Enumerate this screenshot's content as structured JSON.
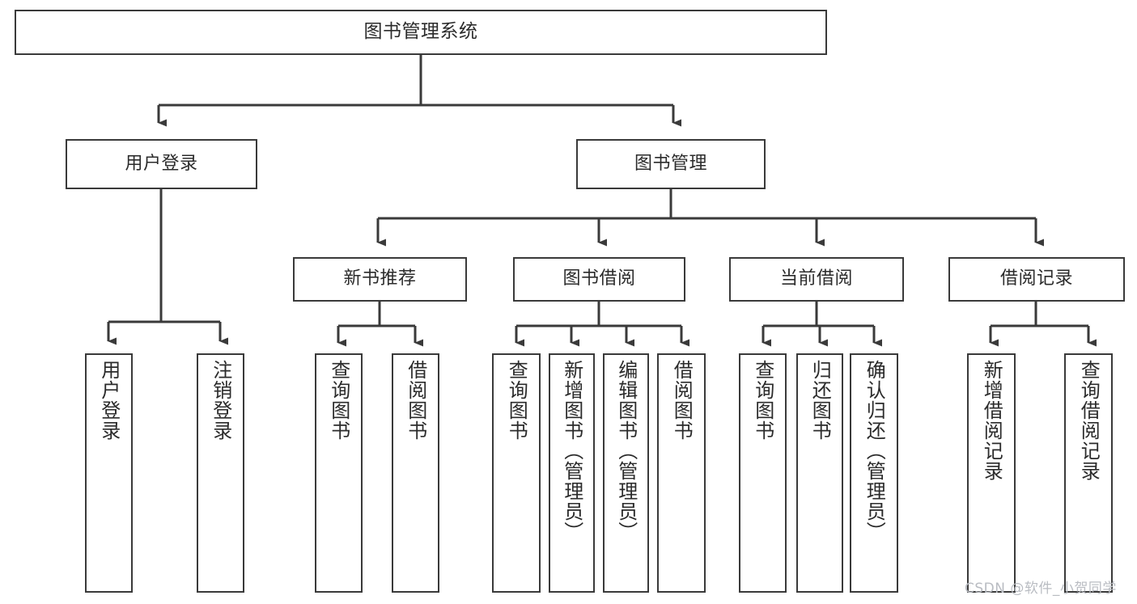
{
  "diagram": {
    "title": "图书管理系统",
    "type": "tree-hierarchy",
    "root": {
      "label": "图书管理系统"
    },
    "level1": [
      {
        "id": "user-login",
        "label": "用户登录"
      },
      {
        "id": "book-management",
        "label": "图书管理"
      }
    ],
    "level2": [
      {
        "id": "new-book-recommend",
        "label": "新书推荐",
        "parent": "book-management"
      },
      {
        "id": "book-borrow",
        "label": "图书借阅",
        "parent": "book-management"
      },
      {
        "id": "current-borrow",
        "label": "当前借阅",
        "parent": "book-management"
      },
      {
        "id": "borrow-record",
        "label": "借阅记录",
        "parent": "book-management"
      }
    ],
    "leaves": [
      {
        "id": "leaf-user-login",
        "label": "用户登录",
        "parent": "user-login"
      },
      {
        "id": "leaf-logout",
        "label": "注销登录",
        "parent": "user-login"
      },
      {
        "id": "leaf-query-book-1",
        "label": "查询图书",
        "parent": "new-book-recommend"
      },
      {
        "id": "leaf-borrow-book-1",
        "label": "借阅图书",
        "parent": "new-book-recommend"
      },
      {
        "id": "leaf-query-book-2",
        "label": "查询图书",
        "parent": "book-borrow"
      },
      {
        "id": "leaf-add-book",
        "label": "新增图书（管理员）",
        "parent": "book-borrow"
      },
      {
        "id": "leaf-edit-book",
        "label": "编辑图书（管理员）",
        "parent": "book-borrow"
      },
      {
        "id": "leaf-borrow-book-2",
        "label": "借阅图书",
        "parent": "book-borrow"
      },
      {
        "id": "leaf-query-book-3",
        "label": "查询图书",
        "parent": "current-borrow"
      },
      {
        "id": "leaf-return-book",
        "label": "归还图书",
        "parent": "current-borrow"
      },
      {
        "id": "leaf-confirm-return",
        "label": "确认归还（管理员）",
        "parent": "current-borrow"
      },
      {
        "id": "leaf-add-record",
        "label": "新增借阅记录",
        "parent": "borrow-record"
      },
      {
        "id": "leaf-query-record",
        "label": "查询借阅记录",
        "parent": "borrow-record"
      }
    ],
    "colors": {
      "stroke": "#3a3a3a",
      "fill": "#ffffff",
      "text": "#2b2b2b",
      "watermark": "#b9bcc2"
    }
  },
  "watermark": {
    "text": "CSDN @软件_小贺同学"
  }
}
